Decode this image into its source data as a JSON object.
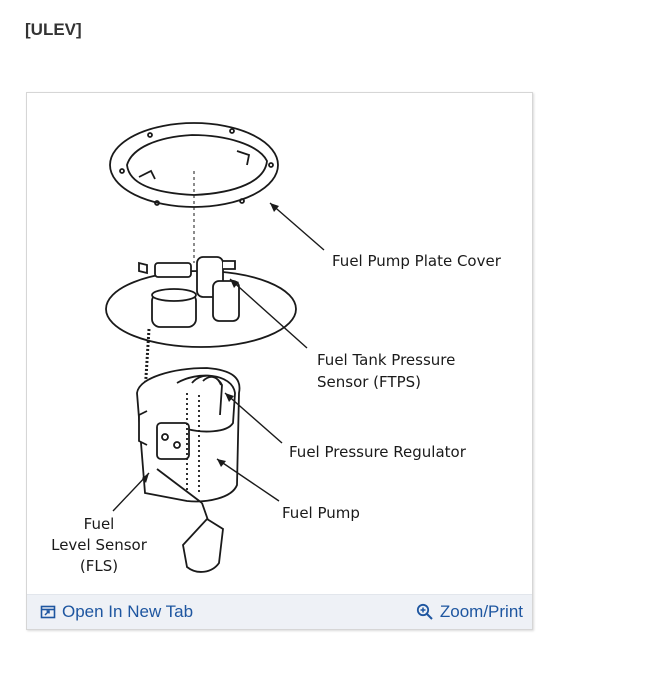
{
  "page": {
    "heading": "[ULEV]"
  },
  "diagram": {
    "labels": {
      "plate_cover": "Fuel Pump Plate Cover",
      "ftps_line1": "Fuel Tank Pressure",
      "ftps_line2": "Sensor (FTPS)",
      "regulator": "Fuel Pressure Regulator",
      "pump": "Fuel Pump",
      "fls_line1": "Fuel",
      "fls_line2": "Level Sensor",
      "fls_line3": "(FLS)"
    }
  },
  "footer": {
    "open_tab_label": "Open In New Tab",
    "open_tab_icon": "open-in-new-tab-icon",
    "zoom_label": "Zoom/Print",
    "zoom_icon": "zoom-in-icon",
    "link_color": "#1e56a0"
  }
}
